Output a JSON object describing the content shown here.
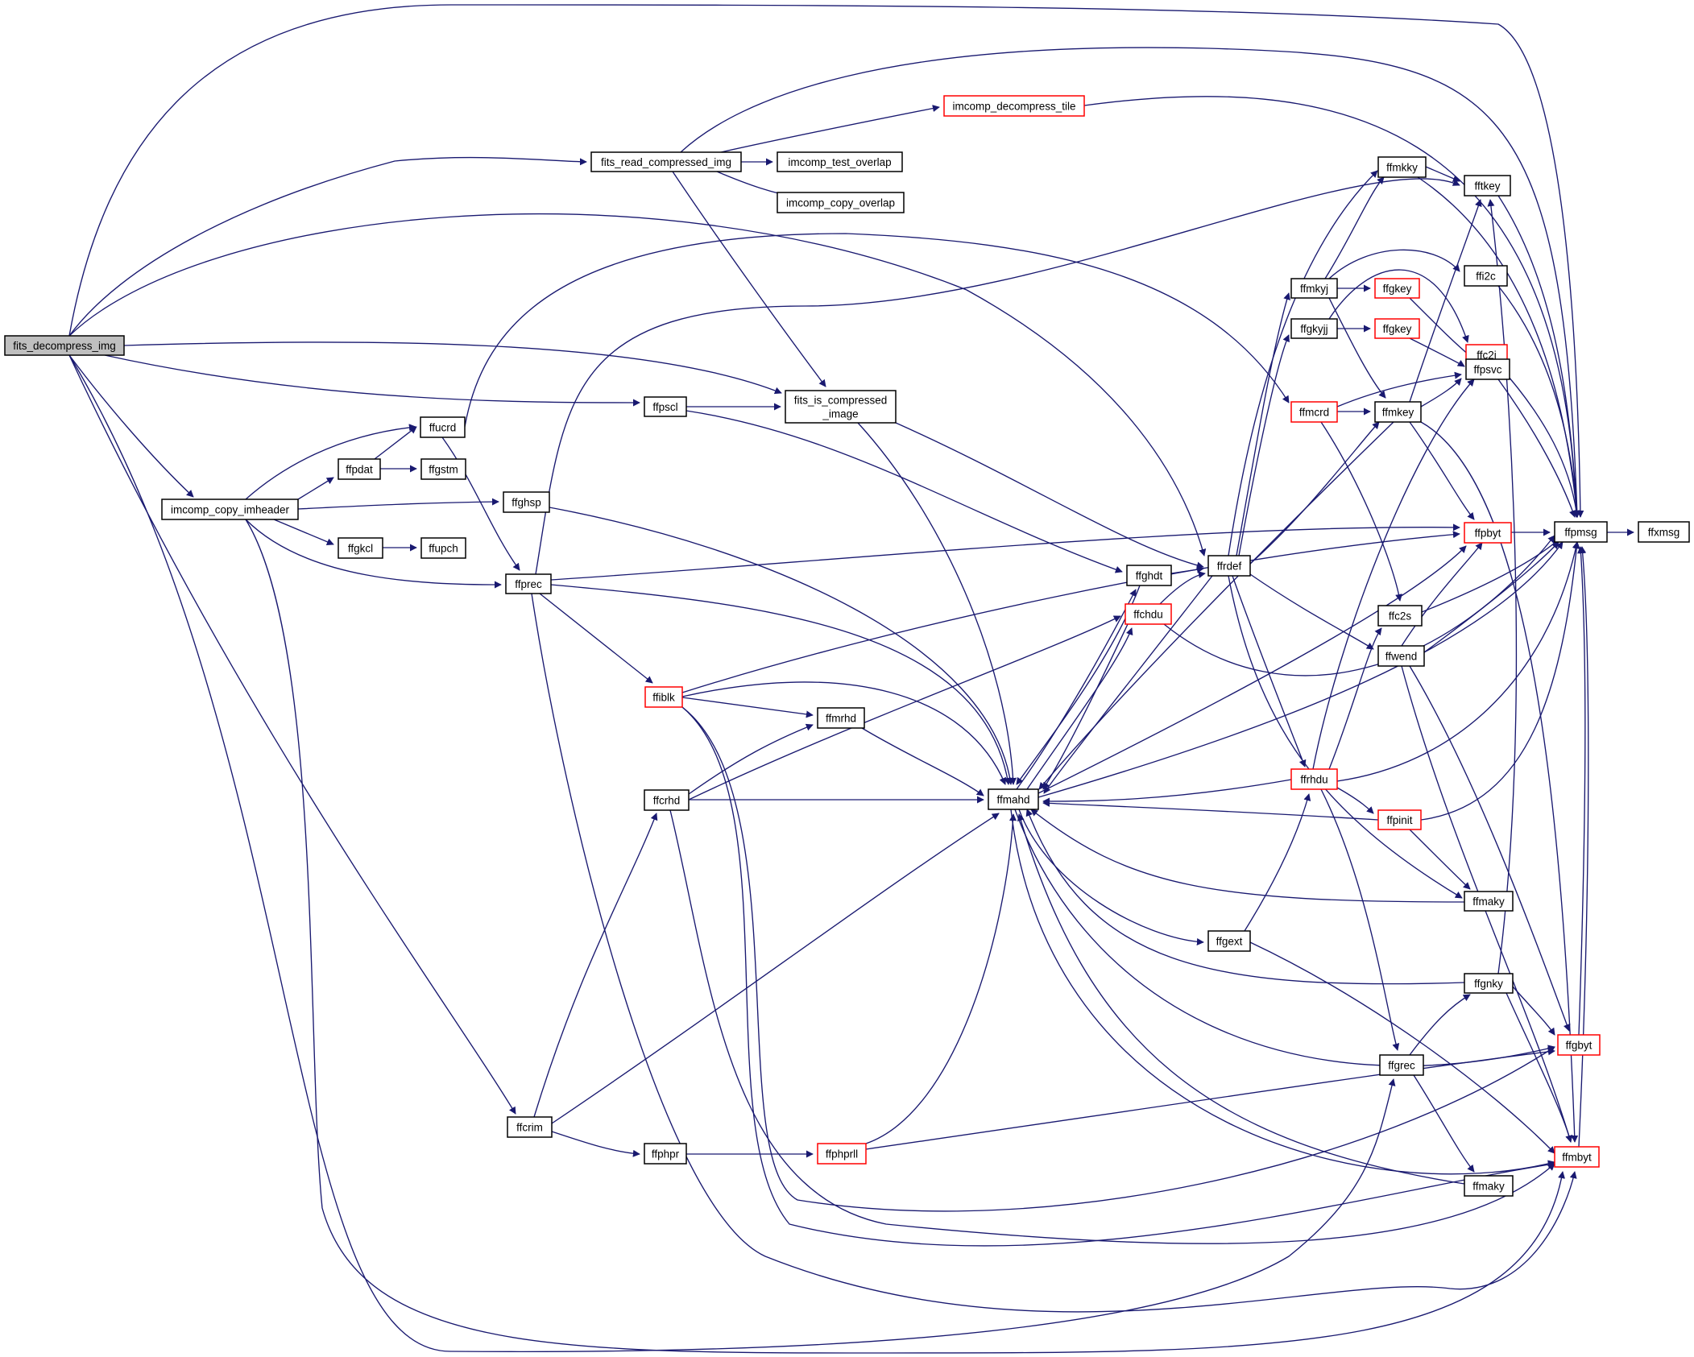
{
  "graph": {
    "edge_color": "#191970",
    "highlight_color": "#ff0000",
    "root_fill": "#bfbfbf",
    "nodes": [
      {
        "id": "fits_decompress_img",
        "label": "fits_decompress_img",
        "root": true
      },
      {
        "id": "fits_read_compressed_img",
        "label": "fits_read_compressed_img"
      },
      {
        "id": "imcomp_decompress_tile",
        "label": "imcomp_decompress_tile",
        "red": true
      },
      {
        "id": "imcomp_test_overlap",
        "label": "imcomp_test_overlap"
      },
      {
        "id": "imcomp_copy_overlap",
        "label": "imcomp_copy_overlap"
      },
      {
        "id": "fits_is_compressed_image",
        "label": [
          "fits_is_compressed",
          "_image"
        ]
      },
      {
        "id": "ffpscl",
        "label": "ffpscl"
      },
      {
        "id": "ffucrd",
        "label": "ffucrd"
      },
      {
        "id": "ffpdat",
        "label": "ffpdat"
      },
      {
        "id": "ffgstm",
        "label": "ffgstm"
      },
      {
        "id": "imcomp_copy_imheader",
        "label": "imcomp_copy_imheader"
      },
      {
        "id": "ffghsp",
        "label": "ffghsp"
      },
      {
        "id": "ffgkcl",
        "label": "ffgkcl"
      },
      {
        "id": "ffupch",
        "label": "ffupch"
      },
      {
        "id": "ffprec",
        "label": "ffprec"
      },
      {
        "id": "ffiblk",
        "label": "ffiblk",
        "red": true
      },
      {
        "id": "ffmrhd",
        "label": "ffmrhd"
      },
      {
        "id": "ffcrhd",
        "label": "ffcrhd"
      },
      {
        "id": "ffmahd",
        "label": "ffmahd"
      },
      {
        "id": "ffcrim",
        "label": "ffcrim"
      },
      {
        "id": "ffphpr",
        "label": "ffphpr"
      },
      {
        "id": "ffphprll",
        "label": "ffphprll",
        "red": true
      },
      {
        "id": "ffghdt",
        "label": "ffghdt"
      },
      {
        "id": "ffchdu",
        "label": "ffchdu",
        "red": true
      },
      {
        "id": "ffrdef",
        "label": "ffrdef"
      },
      {
        "id": "ffgext",
        "label": "ffgext"
      },
      {
        "id": "ffmkky",
        "label": "ffmkky"
      },
      {
        "id": "ffmkyj",
        "label": "ffmkyj"
      },
      {
        "id": "ffgkyjj",
        "label": "ffgkyjj"
      },
      {
        "id": "ffmcrd",
        "label": "ffmcrd",
        "red": true
      },
      {
        "id": "ffrhdu",
        "label": "ffrhdu",
        "red": true
      },
      {
        "id": "ffgkey1",
        "label": "ffgkey",
        "red": true
      },
      {
        "id": "ffgkey2",
        "label": "ffgkey",
        "red": true
      },
      {
        "id": "ffmkey",
        "label": "ffmkey"
      },
      {
        "id": "ffc2s",
        "label": "ffc2s"
      },
      {
        "id": "ffwend",
        "label": "ffwend"
      },
      {
        "id": "ffpinit",
        "label": "ffpinit",
        "red": true
      },
      {
        "id": "ffmaky1",
        "label": "ffmaky"
      },
      {
        "id": "ffgnky",
        "label": "ffgnky"
      },
      {
        "id": "ffgrec",
        "label": "ffgrec"
      },
      {
        "id": "ffmaky2",
        "label": "ffmaky"
      },
      {
        "id": "ffkey",
        "label": "fftkey"
      },
      {
        "id": "ffi2c",
        "label": "ffi2c"
      },
      {
        "id": "ffc2j",
        "label": "ffc2j",
        "red": true
      },
      {
        "id": "ffpsvc",
        "label": "ffpsvc"
      },
      {
        "id": "ffpbyt",
        "label": "ffpbyt",
        "red": true
      },
      {
        "id": "ffpmsg",
        "label": "ffpmsg"
      },
      {
        "id": "ffxmsg",
        "label": "ffxmsg"
      },
      {
        "id": "ffgbyt",
        "label": "ffgbyt",
        "red": true
      },
      {
        "id": "ffmbyt",
        "label": "ffmbyt",
        "red": true
      }
    ]
  }
}
